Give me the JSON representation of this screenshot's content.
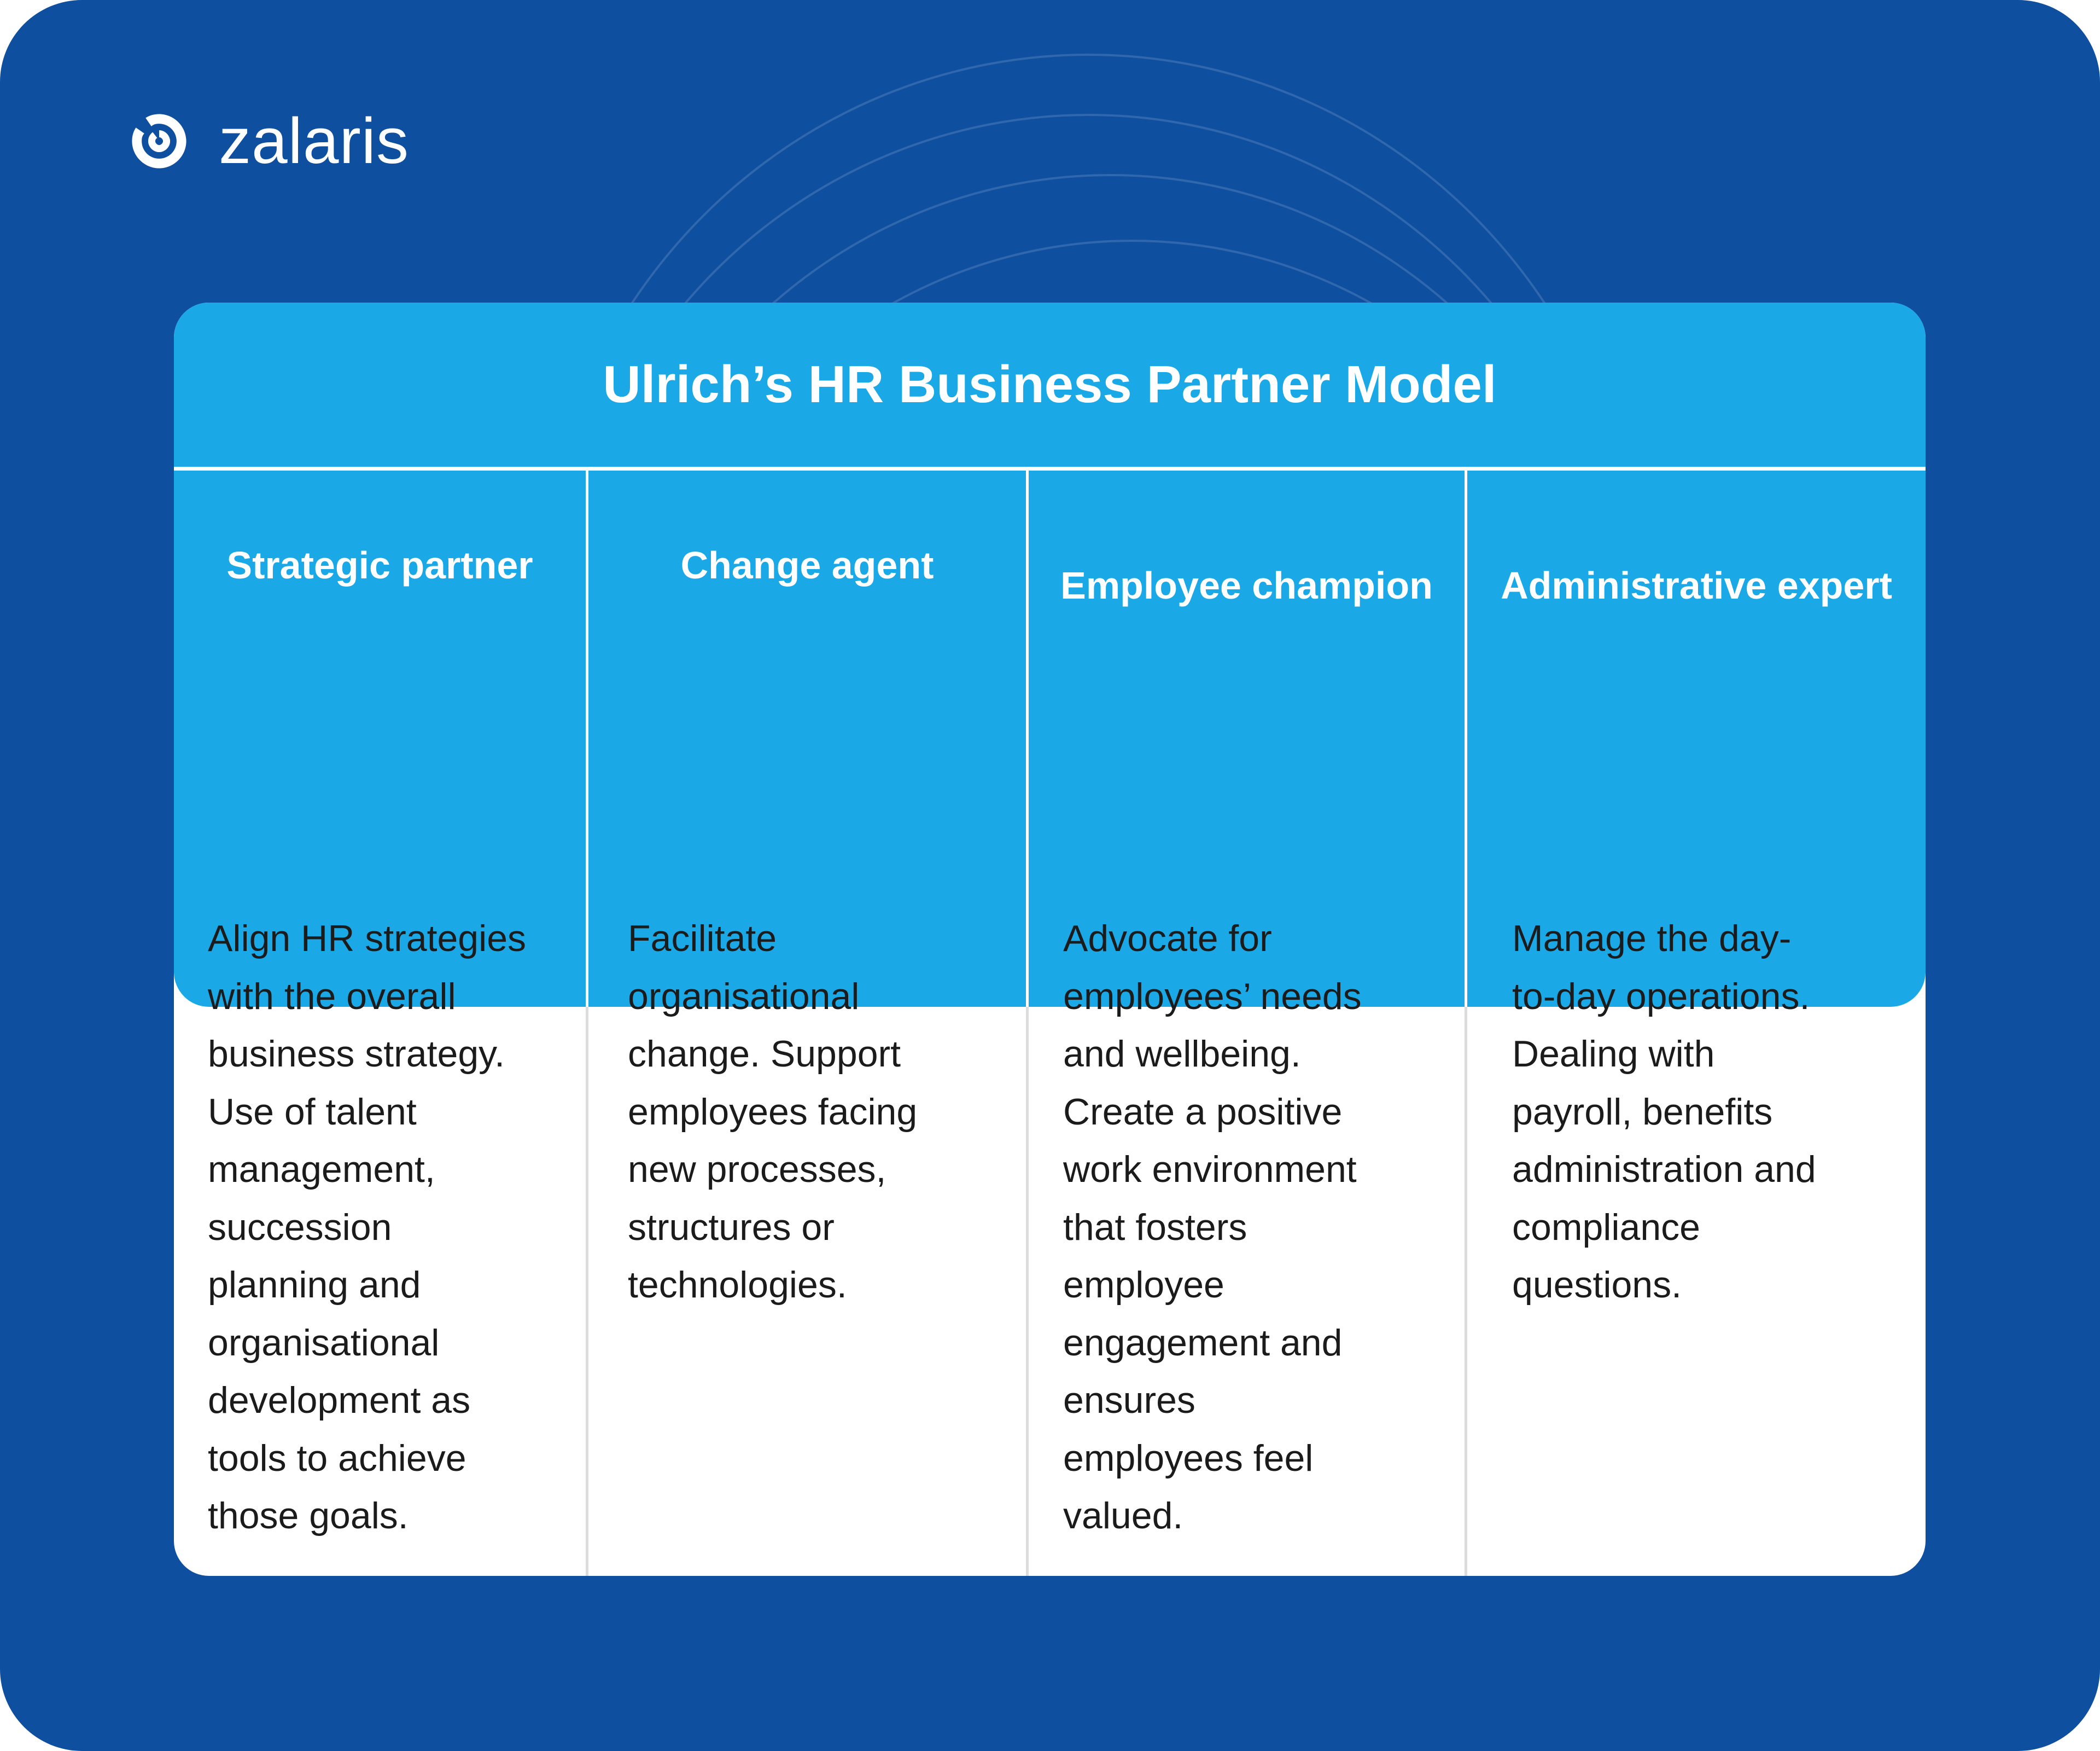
{
  "brand": {
    "logo_icon": "zalaris-swirl-icon",
    "name": "zalaris"
  },
  "model": {
    "title": "Ulrich’s HR Business Partner Model",
    "roles": [
      {
        "label": "Strategic partner",
        "description_lines": [
          "Align HR strategies",
          "with the overall",
          "business strategy.",
          "Use of talent",
          "management,",
          "succession",
          "planning and",
          "organisational",
          "development as",
          "tools to achieve",
          "those goals."
        ]
      },
      {
        "label": "Change agent",
        "description_lines": [
          "Facilitate",
          "organisational",
          "change. Support",
          "employees facing",
          "new processes,",
          "structures or",
          "technologies."
        ]
      },
      {
        "label": "Employee champion",
        "description_lines": [
          "Advocate for",
          "employees’ needs",
          "and wellbeing.",
          "Create a positive",
          "work environment",
          "that fosters",
          "employee",
          "engagement and",
          "ensures",
          "employees feel",
          "valued."
        ]
      },
      {
        "label": "Administrative expert",
        "description_lines": [
          "Manage the day-",
          "to-day operations.",
          "Dealing with",
          "payroll, benefits",
          "administration and",
          "compliance",
          "questions."
        ]
      }
    ]
  },
  "colors": {
    "background": "#0f4fa0",
    "header": "#1aa9e6",
    "card": "#ffffff",
    "body_text": "#1b1b1b",
    "divider": "#dcdcdc"
  }
}
